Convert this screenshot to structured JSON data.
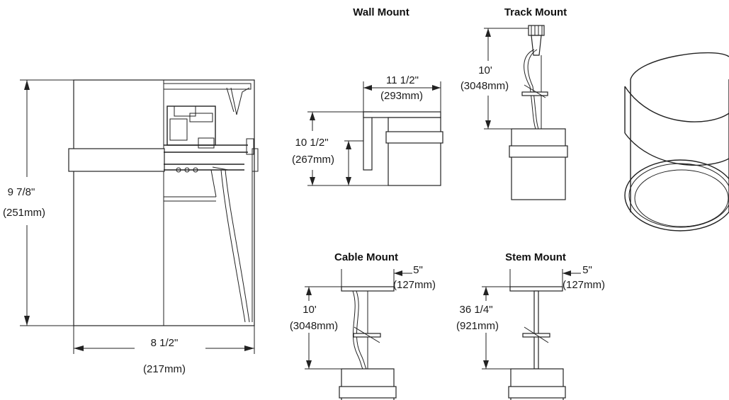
{
  "main_view": {
    "height_in": "9 7/8\"",
    "height_mm": "(251mm)",
    "width_in": "8 1/2\"",
    "width_mm": "(217mm)"
  },
  "wall_mount": {
    "title": "Wall Mount",
    "width_in": "11 1/2\"",
    "width_mm": "(293mm)",
    "height_in": "10 1/2\"",
    "height_mm": "(267mm)"
  },
  "track_mount": {
    "title": "Track Mount",
    "length_in": "10'",
    "length_mm": "(3048mm)"
  },
  "cable_mount": {
    "title": "Cable Mount",
    "canopy_in": "5\"",
    "canopy_mm": "(127mm)",
    "length_in": "10'",
    "length_mm": "(3048mm)"
  },
  "stem_mount": {
    "title": "Stem Mount",
    "canopy_in": "5\"",
    "canopy_mm": "(127mm)",
    "length_in": "36 1/4\"",
    "length_mm": "(921mm)"
  }
}
